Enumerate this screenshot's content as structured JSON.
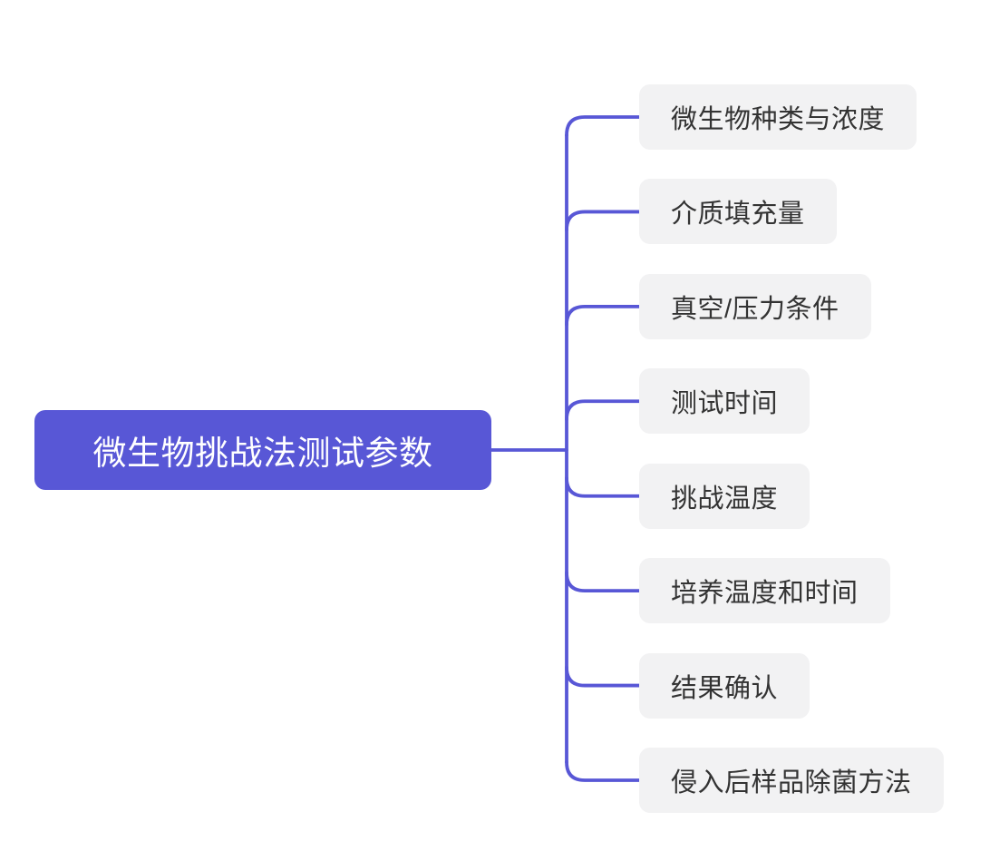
{
  "root": {
    "label": "微生物挑战法测试参数"
  },
  "branches": [
    {
      "label": "微生物种类与浓度"
    },
    {
      "label": "介质填充量"
    },
    {
      "label": "真空/压力条件"
    },
    {
      "label": "测试时间"
    },
    {
      "label": "挑战温度"
    },
    {
      "label": "培养温度和时间"
    },
    {
      "label": "结果确认"
    },
    {
      "label": "侵入后样品除菌方法"
    }
  ],
  "colors": {
    "accent": "#5857d6",
    "root_text": "#ffffff",
    "branch_bg": "#f2f2f3",
    "branch_text": "#333333",
    "canvas_bg": "#ffffff"
  }
}
